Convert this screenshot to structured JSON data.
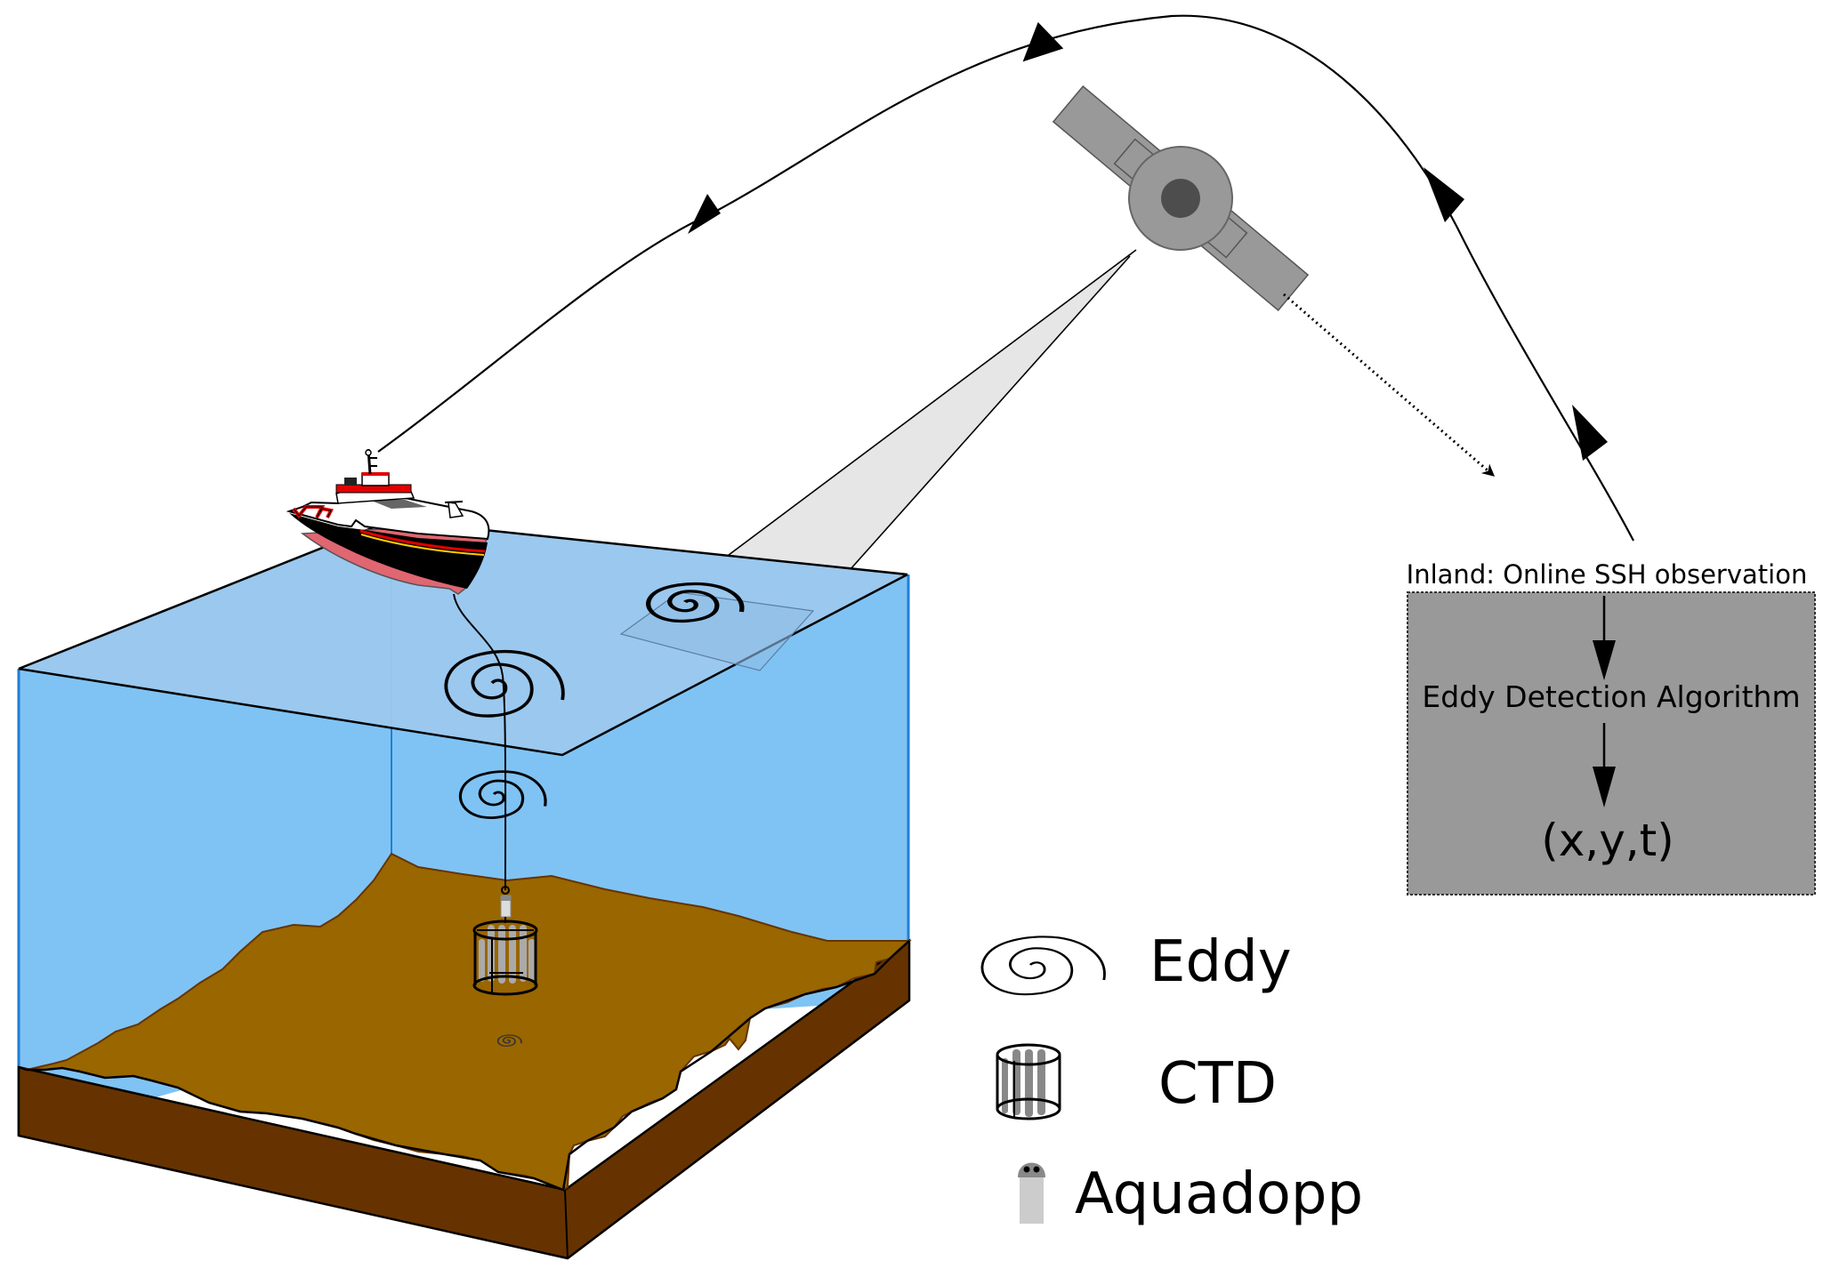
{
  "diagram": {
    "title": "Satellite-guided ship-based eddy observation workflow",
    "inland_box": {
      "caption": "Inland: Online SSH observation",
      "step": "Eddy Detection Algorithm",
      "output": "(x,y,t)"
    },
    "legend": {
      "items": [
        {
          "icon": "eddy-spiral-icon",
          "label": "Eddy"
        },
        {
          "icon": "ctd-rosette-icon",
          "label": "CTD"
        },
        {
          "icon": "aquadopp-icon",
          "label": "Aquadopp"
        }
      ]
    },
    "elements": {
      "satellite": "satellite-icon",
      "ship": "research-vessel-icon",
      "orbit": "orbit-path-with-direction-arrows",
      "beam": "satellite-observation-beam",
      "ocean": "ocean-cube",
      "seafloor": "seafloor-block"
    },
    "colors": {
      "ocean_surface": "#9dc8ed",
      "ocean_side": "#7fc3f4",
      "ocean_edge": "#1e7fd4",
      "seafloor_top": "#996600",
      "seafloor_side": "#663300",
      "satellite_body": "#999999",
      "satellite_core": "#4d4d4d",
      "beam": "#e6e6e6",
      "inland_box": "#999999",
      "hull_red": "#e06672",
      "ship_accent": "#e00000"
    }
  }
}
